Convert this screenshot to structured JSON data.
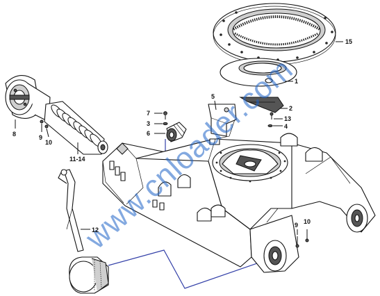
{
  "diagram": {
    "watermark": "www.cnloader.com",
    "callouts": {
      "c1": "1",
      "c2": "2",
      "c3": "3",
      "c4": "4",
      "c5": "5",
      "c6": "6",
      "c7": "7",
      "c8": "8",
      "c9a": "9",
      "c9b": "9",
      "c10a": "10",
      "c10b": "10",
      "c11": "11-14",
      "c12": "12",
      "c13": "13",
      "c15": "15"
    }
  }
}
